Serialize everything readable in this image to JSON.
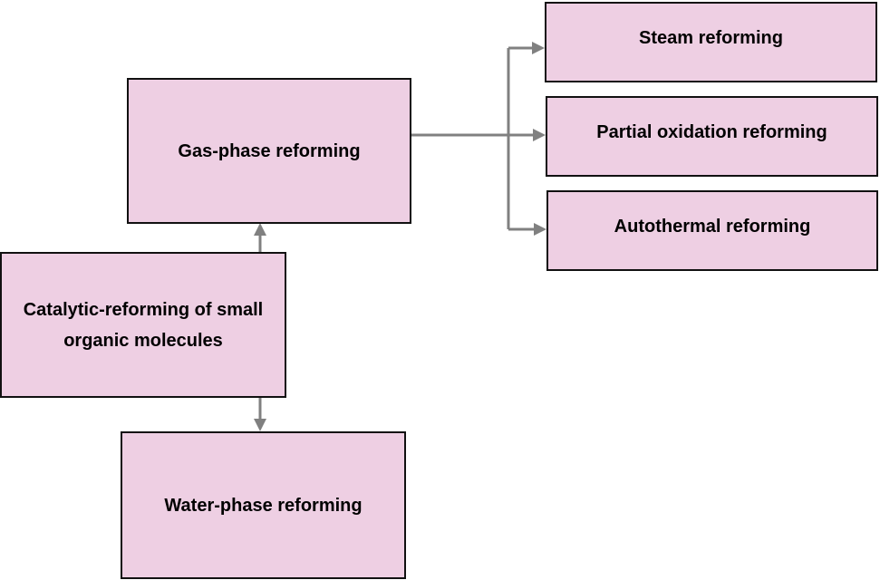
{
  "colors": {
    "box_fill": "#eecfe3",
    "box_border": "#111111",
    "arrow": "#808080",
    "text": "#000000"
  },
  "diagram": {
    "root": {
      "label": "Catalytic-reforming of small organic molecules"
    },
    "branches": {
      "gas_phase": {
        "label": "Gas-phase reforming"
      },
      "water_phase": {
        "label": "Water-phase reforming"
      }
    },
    "gas_phase_types": [
      {
        "label": "Steam reforming"
      },
      {
        "label": "Partial oxidation reforming"
      },
      {
        "label": "Autothermal reforming"
      }
    ]
  }
}
